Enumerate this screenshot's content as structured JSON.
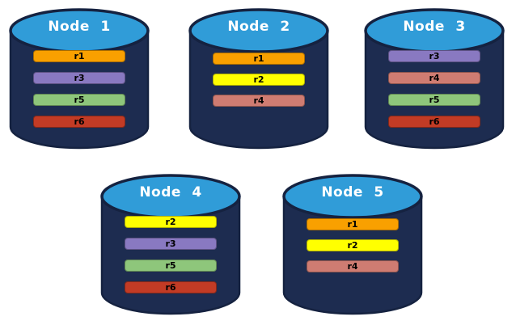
{
  "diagram": {
    "description": "Five database nodes showing replica placement",
    "background": "#FFFFFF",
    "cylinder": {
      "top_fill": "#309CD8",
      "body_fill": "#1D2C50",
      "outline": "#152240"
    },
    "replica_colors": {
      "r1": "#F9A000",
      "r2": "#FFFF00",
      "r3": "#8979C1",
      "r4": "#CF7C72",
      "r5": "#8EC67B",
      "r6": "#C23B25"
    },
    "nodes": [
      {
        "label": "Node 1",
        "replicas": [
          "r1",
          "r3",
          "r5",
          "r6"
        ]
      },
      {
        "label": "Node 2",
        "replicas": [
          "r1",
          "r2",
          "r4"
        ]
      },
      {
        "label": "Node 3",
        "replicas": [
          "r3",
          "r4",
          "r5",
          "r6"
        ]
      },
      {
        "label": "Node 4",
        "replicas": [
          "r2",
          "r3",
          "r5",
          "r6"
        ]
      },
      {
        "label": "Node 5",
        "replicas": [
          "r1",
          "r2",
          "r4"
        ]
      }
    ]
  }
}
